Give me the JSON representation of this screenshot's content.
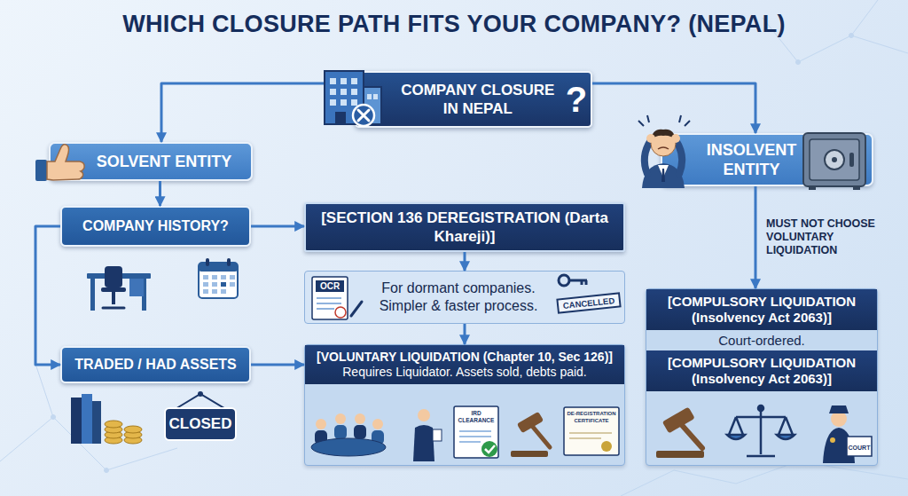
{
  "diagram": {
    "title": "WHICH CLOSURE PATH FITS YOUR COMPANY? (NEPAL)",
    "nodes": [
      {
        "text": [
          "COMPANY CLOSURE IN NEPAL",
          "?"
        ]
      },
      {
        "text": [
          "SOLVENT ENTITY"
        ]
      },
      {
        "text": [
          "INSOLVENT ENTITY"
        ]
      },
      {
        "text": [
          "COMPANY HISTORY?"
        ]
      },
      {
        "text": [
          "[SECTION 136 DEREGISTRATION (Darta Khareji)]"
        ]
      },
      {
        "text": [
          "For dormant companies. Simpler & faster process."
        ]
      },
      {
        "text": [
          "TRADED / HAD ASSETS"
        ]
      },
      {
        "text": [
          "[VOLUNTARY LIQUIDATION (Chapter 10, Sec 126)]",
          "Requires Liquidator. Assets sold, debts paid."
        ]
      },
      {
        "text": [
          "[COMPULSORY LIQUIDATION (Insolvency Act 2063)]",
          "Court-ordered.",
          "[COMPULSORY LIQUIDATION (Insolvency Act 2063)]"
        ]
      }
    ],
    "edges": [
      {
        "from": 0,
        "to": 1,
        "arrow": "to"
      },
      {
        "from": 0,
        "to": 2,
        "arrow": "to"
      },
      {
        "from": 1,
        "to": 3,
        "arrow": "to"
      },
      {
        "from": 3,
        "to": 4,
        "arrow": "to"
      },
      {
        "from": 3,
        "to": 6,
        "arrow": "to"
      },
      {
        "from": 4,
        "to": 5,
        "arrow": "to"
      },
      {
        "from": 5,
        "to": 7,
        "arrow": "to"
      },
      {
        "from": 6,
        "to": 7,
        "arrow": "to"
      },
      {
        "from": 2,
        "to": 8,
        "label": "MUST NOT CHOOSE VOLUNTARY LIQUIDATION",
        "arrow": "to"
      }
    ],
    "labels": [
      "OCR",
      "CANCELLED",
      "CLOSED",
      "IRD CLEARANCE",
      "DE-REGISTRATION CERTIFICATE",
      "COURT"
    ]
  }
}
